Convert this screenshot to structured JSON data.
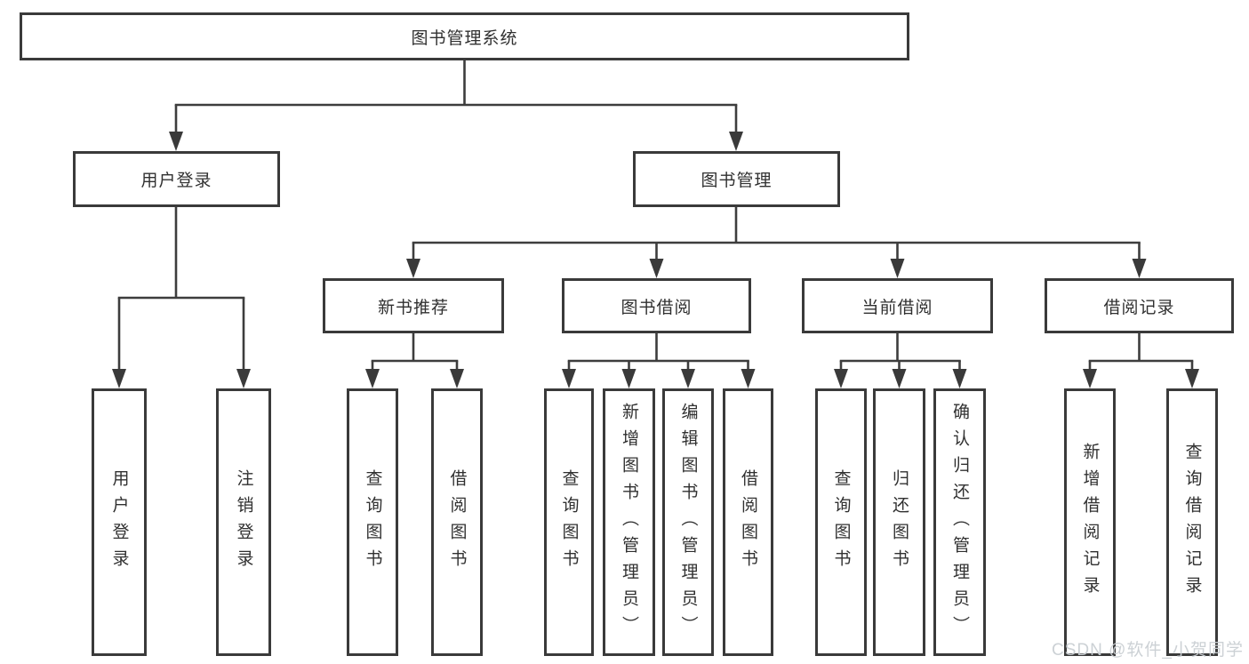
{
  "root": {
    "label": "图书管理系统"
  },
  "level2": [
    {
      "label": "用户登录"
    },
    {
      "label": "图书管理"
    }
  ],
  "level3": [
    {
      "label": "新书推荐",
      "parent": "图书管理"
    },
    {
      "label": "图书借阅",
      "parent": "图书管理"
    },
    {
      "label": "当前借阅",
      "parent": "图书管理"
    },
    {
      "label": "借阅记录",
      "parent": "图书管理"
    }
  ],
  "leaves": [
    {
      "label": "用户登录",
      "parent": "用户登录"
    },
    {
      "label": "注销登录",
      "parent": "用户登录"
    },
    {
      "label": "查询图书",
      "parent": "新书推荐"
    },
    {
      "label": "借阅图书",
      "parent": "新书推荐"
    },
    {
      "label": "查询图书",
      "parent": "图书借阅"
    },
    {
      "label": "新增图书（管理员）",
      "parent": "图书借阅"
    },
    {
      "label": "编辑图书（管理员）",
      "parent": "图书借阅"
    },
    {
      "label": "借阅图书",
      "parent": "图书借阅"
    },
    {
      "label": "查询图书",
      "parent": "当前借阅"
    },
    {
      "label": "归还图书",
      "parent": "当前借阅"
    },
    {
      "label": "确认归还（管理员）",
      "parent": "当前借阅"
    },
    {
      "label": "新增借阅记录",
      "parent": "借阅记录"
    },
    {
      "label": "查询借阅记录",
      "parent": "借阅记录"
    }
  ],
  "watermark": "CSDN @软件_小贺同学",
  "colors": {
    "line": "#3d3d3d",
    "border": "#3a3a3a",
    "text": "#303030",
    "watermark": "#c9cfd3",
    "background": "#ffffff"
  }
}
